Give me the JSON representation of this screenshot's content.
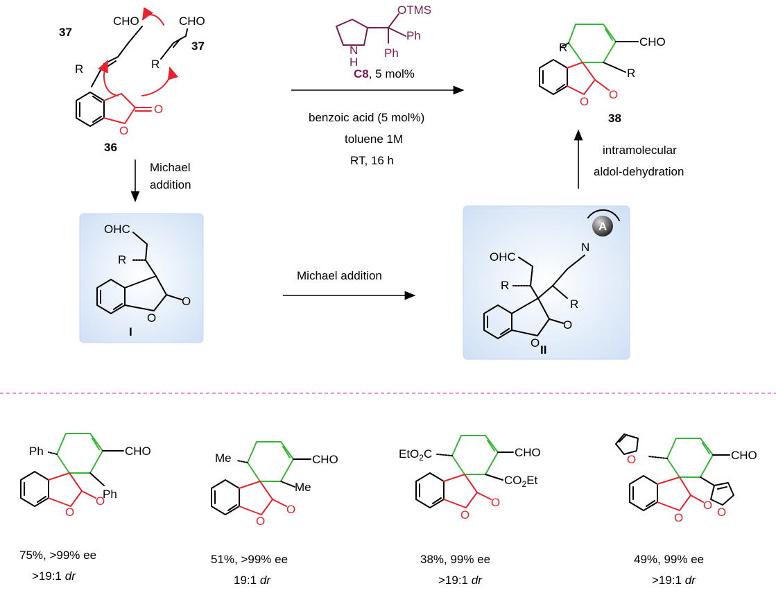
{
  "reagents": {
    "aldehyde_group": "CHO",
    "r_group": "R",
    "enal_label": "37",
    "lactone_label": "36",
    "oxo": "O",
    "ring_o": "O"
  },
  "catalyst": {
    "protecting_group": "OTMS",
    "aryl": "Ph",
    "amine": "N",
    "amine_h": "H",
    "label": "C8",
    "loading": ", 5 mol%"
  },
  "conditions": {
    "additive": "benzoic acid (5 mol%)",
    "solvent": "toluene 1M",
    "temp_time": "RT, 16 h"
  },
  "steps": {
    "first_michael_line1": "Michael",
    "first_michael_line2": "addition",
    "second_michael": "Michael addition",
    "cyclization_line1": "intramolecular",
    "cyclization_line2": "aldol-dehydration"
  },
  "intermediates": {
    "first_label": "I",
    "second_label": "II",
    "aldehyde": "OHC",
    "amine_badge": "A"
  },
  "product": {
    "label": "38"
  },
  "examples": [
    {
      "substituent": "Ph",
      "yield_ee": "75%, >99% ee",
      "dr_value": ">19:1 ",
      "dr_unit": "dr"
    },
    {
      "substituent": "Me",
      "yield_ee": "51%, >99% ee",
      "dr_value": "19:1 ",
      "dr_unit": "dr"
    },
    {
      "substituent_left": "EtO",
      "substituent_right": "CO",
      "sub2": "2",
      "tail_left": "C",
      "tail_right": "Et",
      "yield_ee": "38%, 99% ee",
      "dr_value": ">19:1 ",
      "dr_unit": "dr"
    },
    {
      "yield_ee": "49%, 99% ee",
      "dr_value": ">19:1 ",
      "dr_unit": "dr"
    }
  ],
  "colors": {
    "reactive_red": "#e8222e",
    "new_ring_green": "#35b535",
    "catalyst_purple": "#7a1c4e",
    "divider_pink": "#e06fd9",
    "box_blue": "#dbe8f7"
  }
}
